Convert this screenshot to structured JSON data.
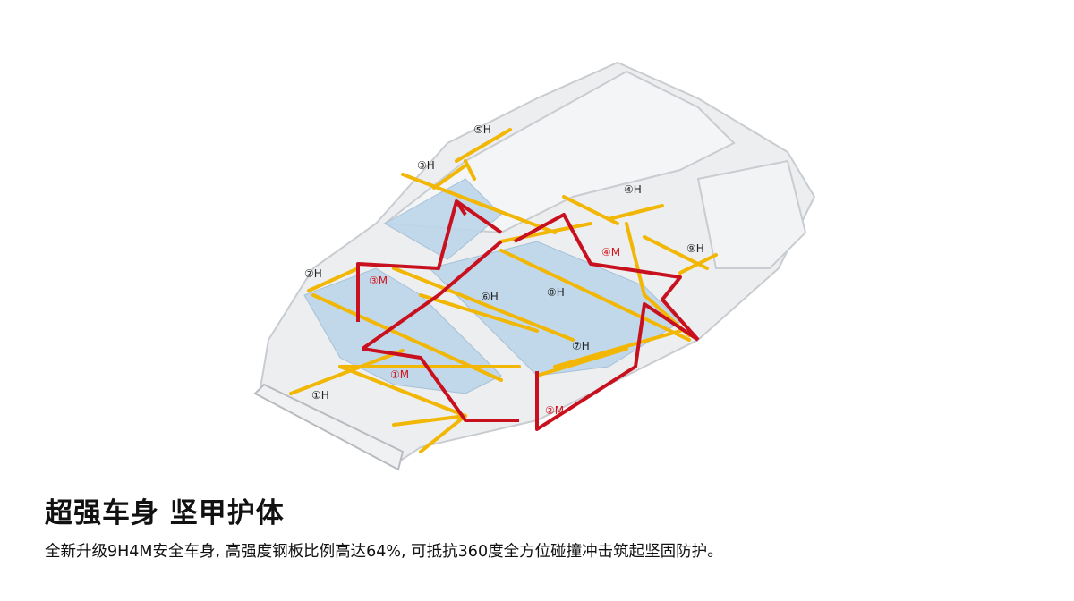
{
  "diagram": {
    "h_labels": [
      "①H",
      "②H",
      "③H",
      "④H",
      "⑤H",
      "⑥H",
      "⑦H",
      "⑧H",
      "⑨H"
    ],
    "m_labels": [
      "①M",
      "②M",
      "③M",
      "④M"
    ],
    "colors": {
      "high_strength": "#f2b705",
      "hot_formed": "#c8101e",
      "body": "#e6e8ea",
      "floor": "#b9d4ea"
    }
  },
  "title": "超强车身 坚甲护体",
  "description": "全新升级9H4M安全车身, 高强度钢板比例高达64%, 可抵抗360度全方位碰撞冲击筑起坚固防护。"
}
